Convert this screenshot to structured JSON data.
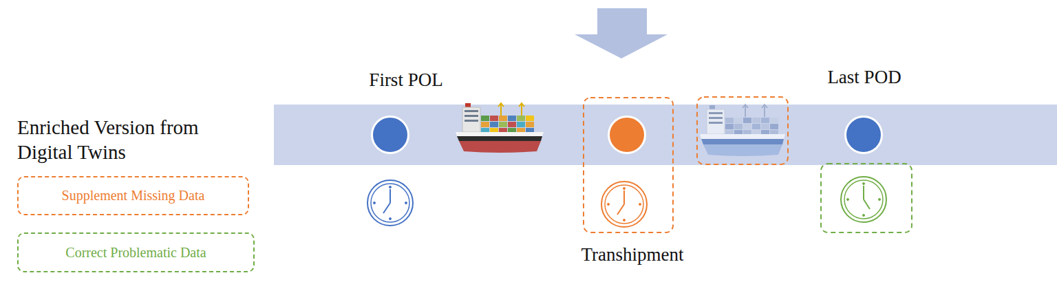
{
  "diagram": {
    "nodes": [
      {
        "text": [
          "First POL"
        ]
      },
      {
        "text": [
          "Transhipment"
        ]
      },
      {
        "text": [
          "Last POD"
        ]
      }
    ],
    "labels": [
      "Enriched Version from Digital Twins"
    ],
    "legend": [
      {
        "text": "Supplement Missing Data",
        "color": "#ed7d31"
      },
      {
        "text": "Correct Problematic Data",
        "color": "#70ad47"
      }
    ]
  }
}
